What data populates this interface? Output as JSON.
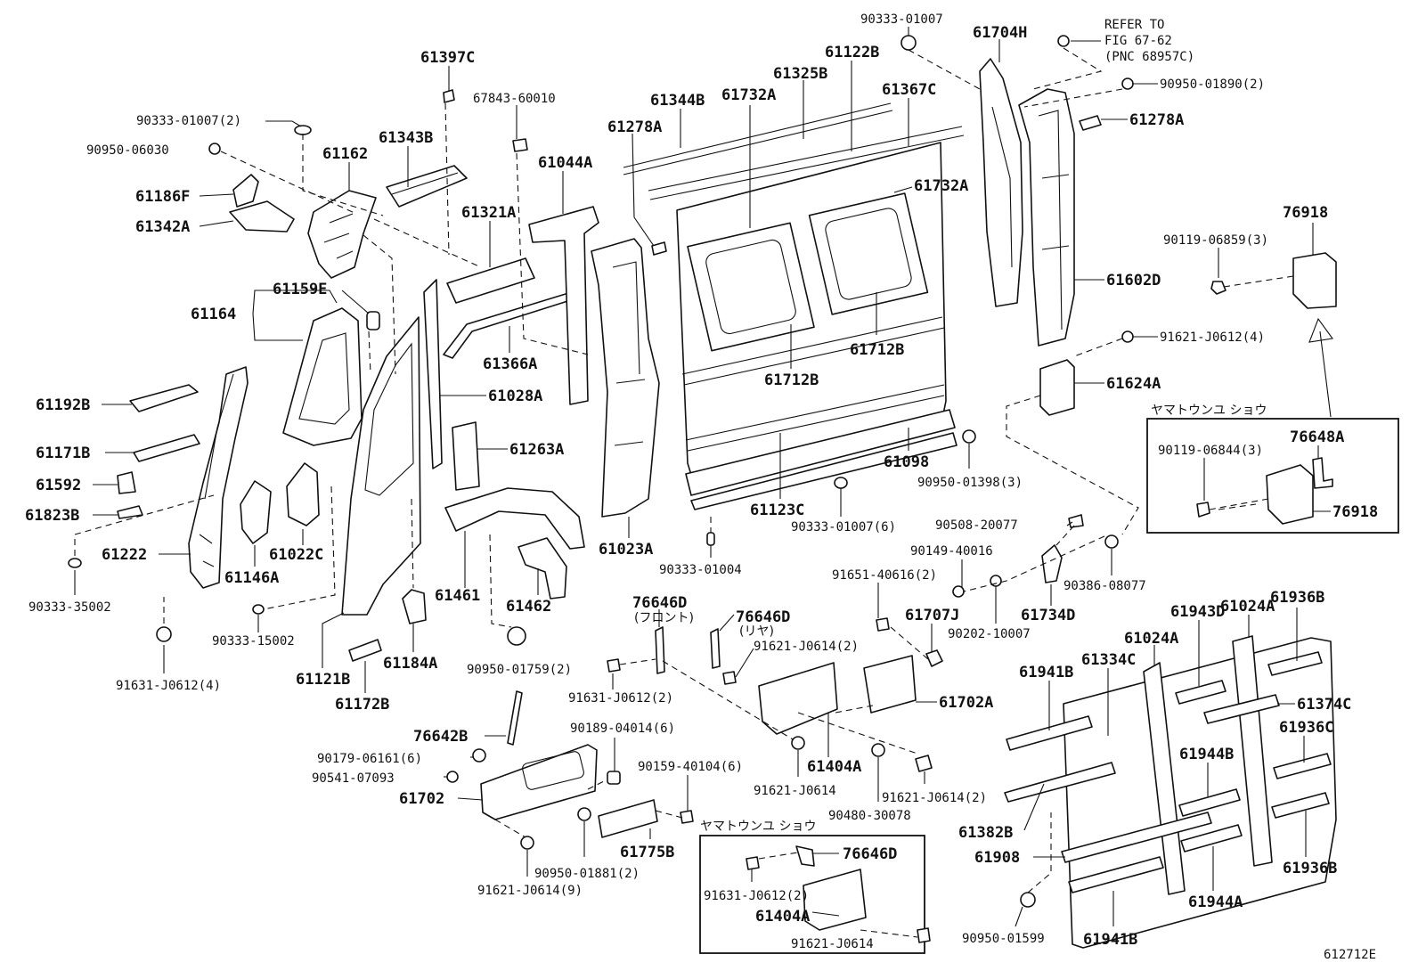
{
  "labels": {
    "l61397c": "61397C",
    "l67843": "67843-60010",
    "l90333_01007_2": "90333-01007(2)",
    "l90950_06030": "90950-06030",
    "l61162": "61162",
    "l61343b": "61343B",
    "l61186f": "61186F",
    "l61342a": "61342A",
    "l61164": "61164",
    "l61159e": "61159E",
    "l61192b": "61192B",
    "l61171b": "61171B",
    "l61592": "61592",
    "l61823b": "61823B",
    "l61222": "61222",
    "l90333_35002": "90333-35002",
    "l91631_j0612_4": "91631-J0612(4)",
    "l61146a": "61146A",
    "l61022c": "61022C",
    "l90333_15002": "90333-15002",
    "l61121b": "61121B",
    "l61172b": "61172B",
    "l61184a": "61184A",
    "l61321a": "61321A",
    "l61366a": "61366A",
    "l61028a": "61028A",
    "l61263a": "61263A",
    "l61461": "61461",
    "l61462": "61462",
    "l90950_01759": "90950-01759(2)",
    "l61044a": "61044A",
    "l61278a_l": "61278A",
    "l61023a": "61023A",
    "l61344b": "61344B",
    "l61732a_t": "61732A",
    "l61325b": "61325B",
    "l61122b": "61122B",
    "l61367c": "61367C",
    "l90333_01007_top": "90333-01007",
    "l61732a_r": "61732A",
    "l61712b_l": "61712B",
    "l61712b_r": "61712B",
    "l61098": "61098",
    "l61123c": "61123C",
    "l90950_01398": "90950-01398(3)",
    "l90333_01007_6": "90333-01007(6)",
    "l90333_01004": "90333-01004",
    "l61704h": "61704H",
    "l_refer1": "REFER TO",
    "l_refer2": "FIG 67-62",
    "l_refer3": "(PNC 68957C)",
    "l90950_01890": "90950-01890(2)",
    "l61278a_r": "61278A",
    "l61602d": "61602D",
    "l91621_j0612_4": "91621-J0612(4)",
    "l61624a": "61624A",
    "l76918_top": "76918",
    "l90119_06859": "90119-06859(3)",
    "l_yamato_top": "ヤマトウンユ ショウ",
    "l90119_06844": "90119-06844(3)",
    "l76648a": "76648A",
    "l76918_box": "76918",
    "l90508": "90508-20077",
    "l90149": "90149-40016",
    "l91651": "91651-40616(2)",
    "l61707j": "61707J",
    "l61734d": "61734D",
    "l90386": "90386-08077",
    "l90202": "90202-10007",
    "l76646d_f": "76646D",
    "l_front": "(フロント)",
    "l76646d_r": "76646D",
    "l_rear": "(リヤ)",
    "l91621_j0614_2a": "91621-J0614(2)",
    "l91631_j0612_2a": "91631-J0612(2)",
    "l76642b": "76642B",
    "l90179": "90179-06161(6)",
    "l90541": "90541-07093",
    "l61702": "61702",
    "l90189": "90189-04014(6)",
    "l90159": "90159-40104(6)",
    "l61775b": "61775B",
    "l90950_01881": "90950-01881(2)",
    "l91621_j0614_9": "91621-J0614(9)",
    "l61404a": "61404A",
    "l91621_j0614_a": "91621-J0614",
    "l61702a": "61702A",
    "l90480": "90480-30078",
    "l91621_j0614_2b": "91621-J0614(2)",
    "l_yamato_bot": "ヤマトウンユ ショウ",
    "l76646d_box": "76646D",
    "l91631_j0612_2b": "91631-J0612(2)",
    "l61404a_box": "61404A",
    "l91621_j0614_box": "91621-J0614",
    "l61024a_t": "61024A",
    "l61936b_t": "61936B",
    "l61943d": "61943D",
    "l61024a_m": "61024A",
    "l61334c": "61334C",
    "l61941b_t": "61941B",
    "l61374c": "61374C",
    "l61936c": "61936C",
    "l61944b": "61944B",
    "l61382b": "61382B",
    "l61908": "61908",
    "l61936b_b": "61936B",
    "l61944a": "61944A",
    "l90950_01599": "90950-01599",
    "l61941b_b": "61941B",
    "l_figure": "612712E"
  }
}
